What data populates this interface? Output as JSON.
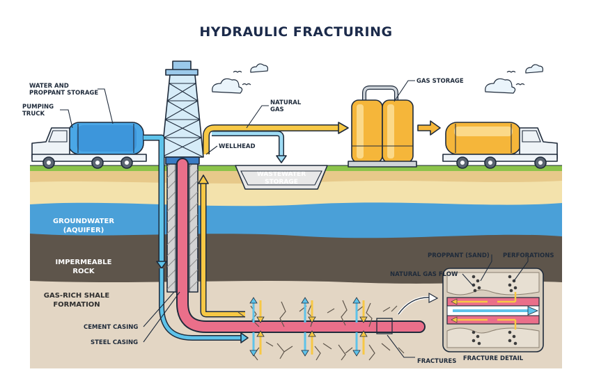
{
  "title": "HYDRAULIC FRACTURING",
  "labels": {
    "water_storage_1": "WATER AND",
    "water_storage_2": "PROPPANT STORAGE",
    "pumping_truck_1": "PUMPING",
    "pumping_truck_2": "TRUCK",
    "natural_gas_1": "NATURAL",
    "natural_gas_2": "GAS",
    "gas_storage": "GAS STORAGE",
    "wellhead": "WELLHEAD",
    "wastewater_1": "WASTEWATER",
    "wastewater_2": "STORAGE",
    "groundwater_1": "GROUNDWATER",
    "groundwater_2": "(AQUIFER)",
    "impermeable_1": "IMPERMEABLE",
    "impermeable_2": "ROCK",
    "shale_1": "GAS-RICH SHALE",
    "shale_2": "FORMATION",
    "cement_casing": "CEMENT CASING",
    "steel_casing": "STEEL CASING",
    "proppant_sand": "PROPPANT (SAND)",
    "perforations": "PERFORATIONS",
    "natural_gas_flow": "NATURAL GAS FLOW",
    "fractures": "FRACTURES",
    "fracture_detail": "FRACTURE DETAIL"
  },
  "colors": {
    "water": "#5ec3ea",
    "pipe_pink": "#ea6f8a",
    "gas_yellow": "#f7c845",
    "tank_blue": "#4aa7e6",
    "tank_orange": "#f5b63a",
    "grass": "#8bc34a",
    "soil_tan": "#f0dfa8",
    "aquifer": "#4aa0d8",
    "rock": "#5e554b",
    "shale": "#e3d6c4"
  }
}
